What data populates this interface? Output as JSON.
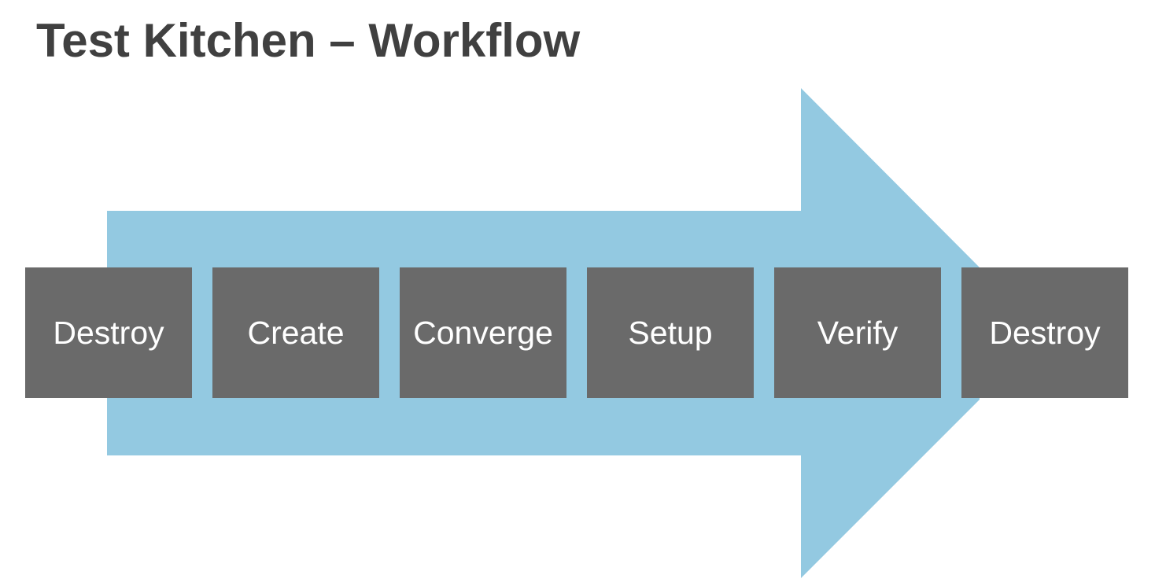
{
  "title": "Test Kitchen – Workflow",
  "colors": {
    "title": "#404040",
    "arrow": "#93c9e1",
    "step_box": "#6a6a6a",
    "step_text": "#ffffff"
  },
  "steps": [
    {
      "label": "Destroy"
    },
    {
      "label": "Create"
    },
    {
      "label": "Converge"
    },
    {
      "label": "Setup"
    },
    {
      "label": "Verify"
    },
    {
      "label": "Destroy"
    }
  ]
}
